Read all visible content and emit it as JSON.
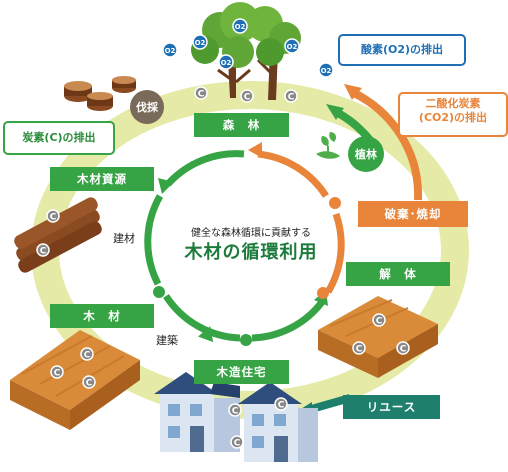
{
  "center": {
    "subtitle": "健全な森林循環に貢献する",
    "title": "木材の循環利用"
  },
  "stages": {
    "forest": "森　林",
    "timber_resource": "木材資源",
    "timber": "木　材",
    "house": "木造住宅",
    "dismantle": "解　体",
    "disposal": "破棄･焼却",
    "reuse": "リユース"
  },
  "actions": {
    "logging": "伐採",
    "planting": "植林",
    "construction_material": "建材",
    "construction": "建築"
  },
  "emissions": {
    "carbon": "炭素(C)の排出",
    "oxygen": "酸素(O2)の排出",
    "co2_line1": "二酸化炭素",
    "co2_line2": "(CO2)の排出"
  },
  "markers": {
    "carbon": "C",
    "oxygen": "O2"
  },
  "colors": {
    "green": "#36a445",
    "teal": "#1f7f6d",
    "orange": "#e9853a",
    "ring": "#e5eaa6",
    "blue_outline": "#1f6fb5",
    "cycle_text": "#1c7b3b"
  }
}
